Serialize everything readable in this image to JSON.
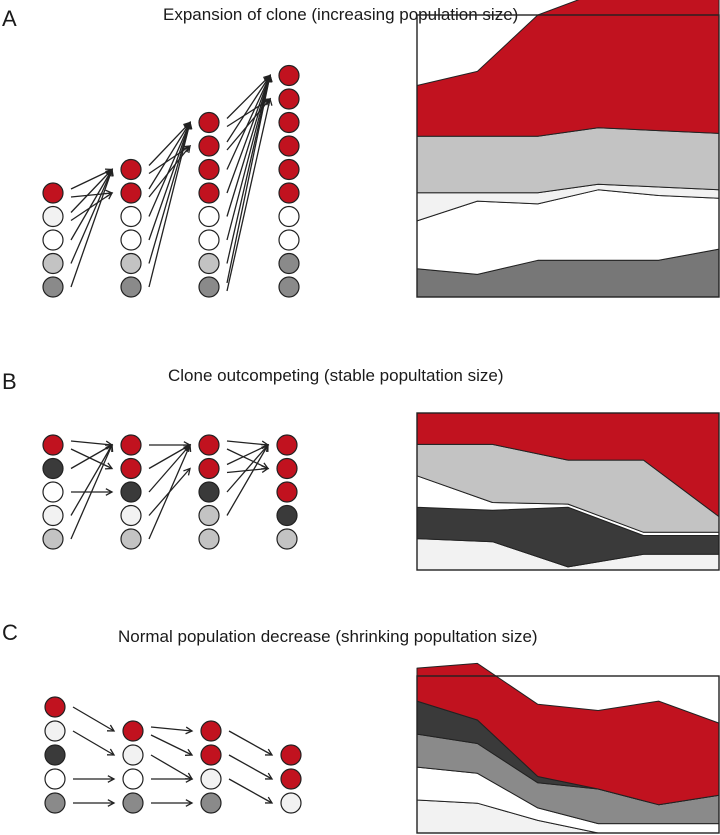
{
  "colors": {
    "red": "#c1121f",
    "light_gray": "#c3c3c3",
    "pale": "#f2f2f2",
    "white": "#ffffff",
    "mid_gray": "#8a8a8a",
    "dark_gray": "#777777",
    "charcoal": "#3a3a3a",
    "outline": "#222222"
  },
  "panels": [
    {
      "letter": "A",
      "title": "Expansion of clone (increasing population size)",
      "columns": [
        [
          "red",
          "pale",
          "white",
          "light_gray",
          "mid_gray"
        ],
        [
          "red",
          "red",
          "white",
          "white",
          "light_gray",
          "mid_gray"
        ],
        [
          "red",
          "red",
          "red",
          "red",
          "white",
          "white",
          "light_gray",
          "mid_gray"
        ],
        [
          "red",
          "red",
          "red",
          "red",
          "red",
          "red",
          "white",
          "white",
          "mid_gray",
          "mid_gray"
        ]
      ],
      "arrows": [
        [
          [
            0,
            0
          ],
          [
            0,
            1
          ],
          [
            1,
            0
          ],
          [
            1,
            1
          ],
          [
            2,
            0
          ],
          [
            3,
            0
          ],
          [
            4,
            0
          ]
        ],
        [
          [
            0,
            0
          ],
          [
            0,
            1
          ],
          [
            1,
            0
          ],
          [
            1,
            1
          ],
          [
            2,
            0
          ],
          [
            3,
            0
          ],
          [
            4,
            0
          ],
          [
            5,
            0
          ]
        ],
        [
          [
            0,
            0
          ],
          [
            0,
            1
          ],
          [
            1,
            0
          ],
          [
            1,
            1
          ],
          [
            2,
            0
          ],
          [
            3,
            0
          ],
          [
            4,
            0
          ],
          [
            5,
            0
          ],
          [
            6,
            0
          ],
          [
            7,
            0
          ],
          [
            7,
            1
          ]
        ]
      ],
      "chart": {
        "layers": [
          {
            "color": "dark_gray",
            "values": [
              0.1,
              0.08,
              0.13,
              0.13,
              0.13,
              0.17
            ]
          },
          {
            "color": "white",
            "values": [
              0.17,
              0.26,
              0.2,
              0.25,
              0.23,
              0.18
            ]
          },
          {
            "color": "pale",
            "values": [
              0.1,
              0.03,
              0.04,
              0.02,
              0.03,
              0.03
            ]
          },
          {
            "color": "light_gray",
            "values": [
              0.2,
              0.2,
              0.2,
              0.2,
              0.2,
              0.2
            ]
          },
          {
            "color": "red",
            "values": [
              0.18,
              0.23,
              0.43,
              0.48,
              0.77,
              1.0
            ]
          }
        ]
      }
    },
    {
      "letter": "B",
      "title": "Clone outcompeting (stable popultation size)",
      "columns": [
        [
          "red",
          "charcoal",
          "white",
          "pale",
          "light_gray"
        ],
        [
          "red",
          "red",
          "charcoal",
          "pale",
          "light_gray"
        ],
        [
          "red",
          "red",
          "charcoal",
          "light_gray",
          "light_gray"
        ],
        [
          "red",
          "red",
          "red",
          "charcoal",
          "light_gray"
        ]
      ],
      "arrows": [
        [
          [
            0,
            0
          ],
          [
            0,
            1
          ],
          [
            1,
            0
          ],
          [
            2,
            2
          ],
          [
            3,
            0
          ],
          [
            4,
            0
          ]
        ],
        [
          [
            0,
            0
          ],
          [
            1,
            0
          ],
          [
            2,
            0
          ],
          [
            3,
            1
          ],
          [
            4,
            0
          ]
        ],
        [
          [
            0,
            0
          ],
          [
            0,
            1
          ],
          [
            1,
            0
          ],
          [
            1,
            1
          ],
          [
            2,
            0
          ],
          [
            3,
            0
          ]
        ]
      ],
      "chart": {
        "layers": [
          {
            "color": "pale",
            "values": [
              0.2,
              0.18,
              0.02,
              0.1,
              0.1
            ]
          },
          {
            "color": "charcoal",
            "values": [
              0.2,
              0.2,
              0.38,
              0.12,
              0.12
            ]
          },
          {
            "color": "white",
            "values": [
              0.2,
              0.05,
              0.02,
              0.02,
              0.02
            ]
          },
          {
            "color": "light_gray",
            "values": [
              0.2,
              0.37,
              0.28,
              0.46,
              0.1
            ]
          },
          {
            "color": "red",
            "values": [
              0.2,
              0.2,
              0.3,
              0.3,
              0.66
            ]
          }
        ]
      }
    },
    {
      "letter": "C",
      "title": "Normal population decrease (shrinking popultation size)",
      "columns": [
        [
          "red",
          "pale",
          "charcoal",
          "white",
          "mid_gray"
        ],
        [
          "red",
          "pale",
          "white",
          "mid_gray"
        ],
        [
          "red",
          "red",
          "pale",
          "mid_gray"
        ],
        [
          "red",
          "red",
          "pale"
        ]
      ],
      "arrows": [
        [
          [
            0,
            0
          ],
          [
            1,
            1
          ],
          [
            3,
            2
          ],
          [
            4,
            3
          ]
        ],
        [
          [
            0,
            0
          ],
          [
            0,
            1
          ],
          [
            1,
            2
          ],
          [
            2,
            2
          ],
          [
            3,
            3
          ]
        ],
        [
          [
            0,
            0
          ],
          [
            1,
            1
          ],
          [
            2,
            2
          ]
        ]
      ],
      "chart": {
        "layers": [
          {
            "color": "pale",
            "values": [
              0.21,
              0.19,
              0.08,
              0.0,
              0.0,
              0.0
            ]
          },
          {
            "color": "white",
            "values": [
              0.21,
              0.19,
              0.08,
              0.06,
              0.06,
              0.06
            ]
          },
          {
            "color": "mid_gray",
            "values": [
              0.21,
              0.19,
              0.16,
              0.22,
              0.12,
              0.18
            ]
          },
          {
            "color": "charcoal",
            "values": [
              0.21,
              0.15,
              0.04,
              0.0,
              0.0,
              0.0
            ]
          },
          {
            "color": "red",
            "values": [
              0.21,
              0.36,
              0.46,
              0.5,
              0.66,
              0.46
            ]
          }
        ]
      }
    }
  ]
}
